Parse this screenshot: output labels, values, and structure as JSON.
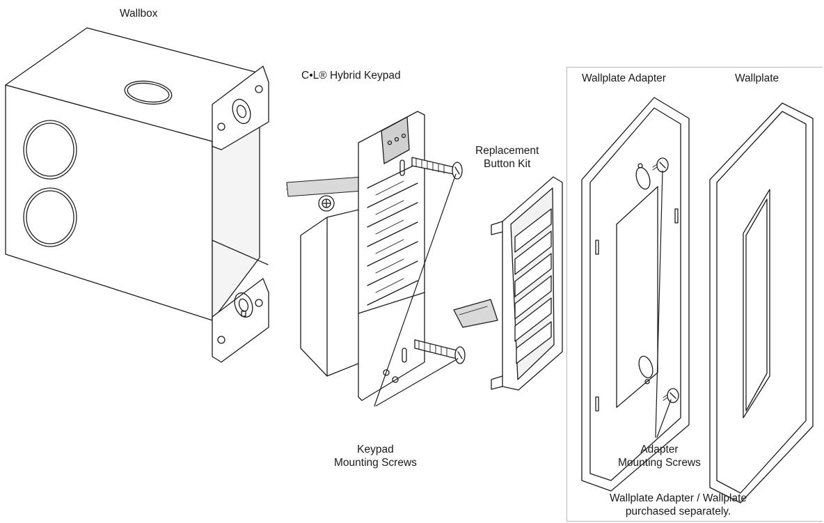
{
  "labels": {
    "wallbox": "Wallbox",
    "keypad": "C•L® Hybrid Keypad",
    "replacement_line1": "Replacement",
    "replacement_line2": "Button Kit",
    "wallplate_adapter": "Wallplate Adapter",
    "wallplate": "Wallplate",
    "keypad_screws_line1": "Keypad",
    "keypad_screws_line2": "Mounting Screws",
    "adapter_screws_line1": "Adapter",
    "adapter_screws_line2": "Mounting Screws",
    "note_line1": "Wallplate Adapter / Wallplate",
    "note_line2": "purchased separately."
  },
  "colors": {
    "line": "#1a1a1a",
    "frame": "#b9b9b9",
    "shade": "#d9d9d9"
  }
}
